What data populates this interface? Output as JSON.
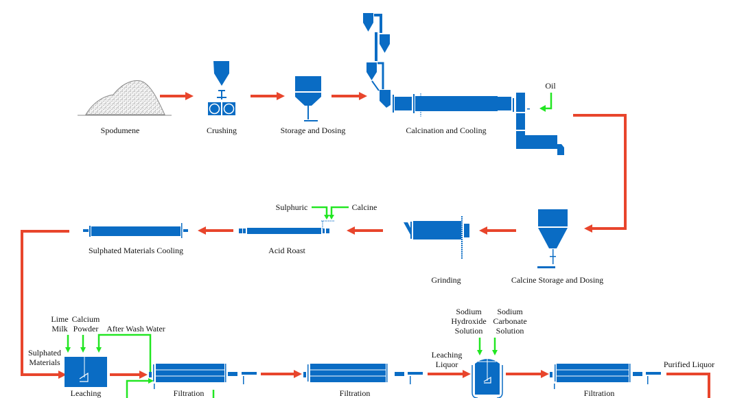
{
  "colors": {
    "equipment": "#0a6cc4",
    "main_flow": "#e8452c",
    "reagent_flow": "#22e622"
  },
  "row1": {
    "spodumene": "Spodumene",
    "crushing": "Crushing",
    "storage": "Storage and Dosing",
    "calcination": "Calcination and Cooling",
    "oil": "Oil"
  },
  "row2": {
    "calcine_storage": "Calcine Storage and Dosing",
    "grinding": "Grinding",
    "acid_roast": "Acid Roast",
    "sulphuric": "Sulphuric",
    "calcine": "Calcine",
    "cooling": "Sulphated Materials Cooling"
  },
  "row3": {
    "sulphated_1": "Sulphated",
    "sulphated_2": "Materials",
    "lime_1": "Lime",
    "lime_2": "Milk",
    "calcium_1": "Calcium",
    "calcium_2": "Powder",
    "after_wash": "After Wash Water",
    "leaching": "Leaching",
    "filtration1": "Filtration",
    "filtration2": "Filtration",
    "leaching_liquor_1": "Leaching",
    "leaching_liquor_2": "Liquor",
    "naoh_1": "Sodium",
    "naoh_2": "Hydroxide",
    "naoh_3": "Solution",
    "na2co3_1": "Sodium",
    "na2co3_2": "Carbonate",
    "na2co3_3": "Solution",
    "filtration3": "Filtration",
    "purified": "Purified Liquor"
  }
}
